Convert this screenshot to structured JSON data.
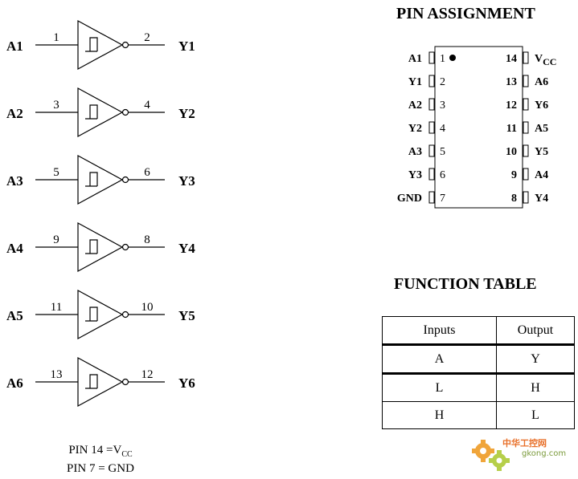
{
  "gates": [
    {
      "input_label": "A1",
      "input_pin": "1",
      "output_pin": "2",
      "output_label": "Y1"
    },
    {
      "input_label": "A2",
      "input_pin": "3",
      "output_pin": "4",
      "output_label": "Y2"
    },
    {
      "input_label": "A3",
      "input_pin": "5",
      "output_pin": "6",
      "output_label": "Y3"
    },
    {
      "input_label": "A4",
      "input_pin": "9",
      "output_pin": "8",
      "output_label": "Y4"
    },
    {
      "input_label": "A5",
      "input_pin": "11",
      "output_pin": "10",
      "output_label": "Y5"
    },
    {
      "input_label": "A6",
      "input_pin": "13",
      "output_pin": "12",
      "output_label": "Y6"
    }
  ],
  "pin_note": {
    "line1_prefix": "PIN 14 =V",
    "line1_sub": "CC",
    "line2": "PIN 7 = GND"
  },
  "pin_assignment": {
    "title": "PIN ASSIGNMENT",
    "left_pins": [
      {
        "label": "A1",
        "num": "1"
      },
      {
        "label": "Y1",
        "num": "2"
      },
      {
        "label": "A2",
        "num": "3"
      },
      {
        "label": "Y2",
        "num": "4"
      },
      {
        "label": "A3",
        "num": "5"
      },
      {
        "label": "Y3",
        "num": "6"
      },
      {
        "label": "GND",
        "num": "7"
      }
    ],
    "right_pins": [
      {
        "num": "14",
        "label": "V",
        "label_sub": "CC"
      },
      {
        "num": "13",
        "label": "A6"
      },
      {
        "num": "12",
        "label": "Y6"
      },
      {
        "num": "11",
        "label": "A5"
      },
      {
        "num": "10",
        "label": "Y5"
      },
      {
        "num": "9",
        "label": "A4"
      },
      {
        "num": "8",
        "label": "Y4"
      }
    ]
  },
  "function_table": {
    "title": "FUNCTION TABLE",
    "header": [
      "Inputs",
      "Output"
    ],
    "subheader": [
      "A",
      "Y"
    ],
    "rows": [
      [
        "L",
        "H"
      ],
      [
        "H",
        "L"
      ]
    ]
  },
  "watermark": {
    "line1": "中华工控网",
    "line2": "gkong.com"
  }
}
